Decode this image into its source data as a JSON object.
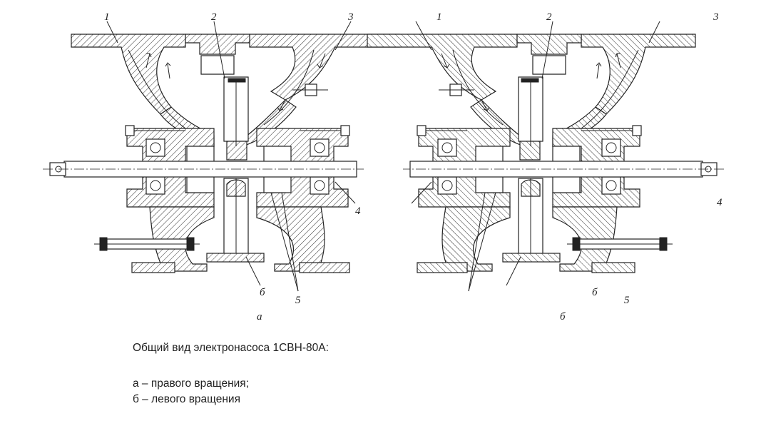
{
  "figures": [
    {
      "id": "a",
      "panel_label": "а",
      "part_labels": [
        "1",
        "2",
        "3",
        "4",
        "б",
        "5"
      ]
    },
    {
      "id": "b",
      "panel_label": "б",
      "part_labels": [
        "1",
        "2",
        "3",
        "4",
        "б",
        "5"
      ]
    }
  ],
  "caption": {
    "title": "Общий вид электронасоса 1СВН-80А:",
    "items": [
      "а – правого вращения;",
      "б – левого вращения"
    ]
  }
}
